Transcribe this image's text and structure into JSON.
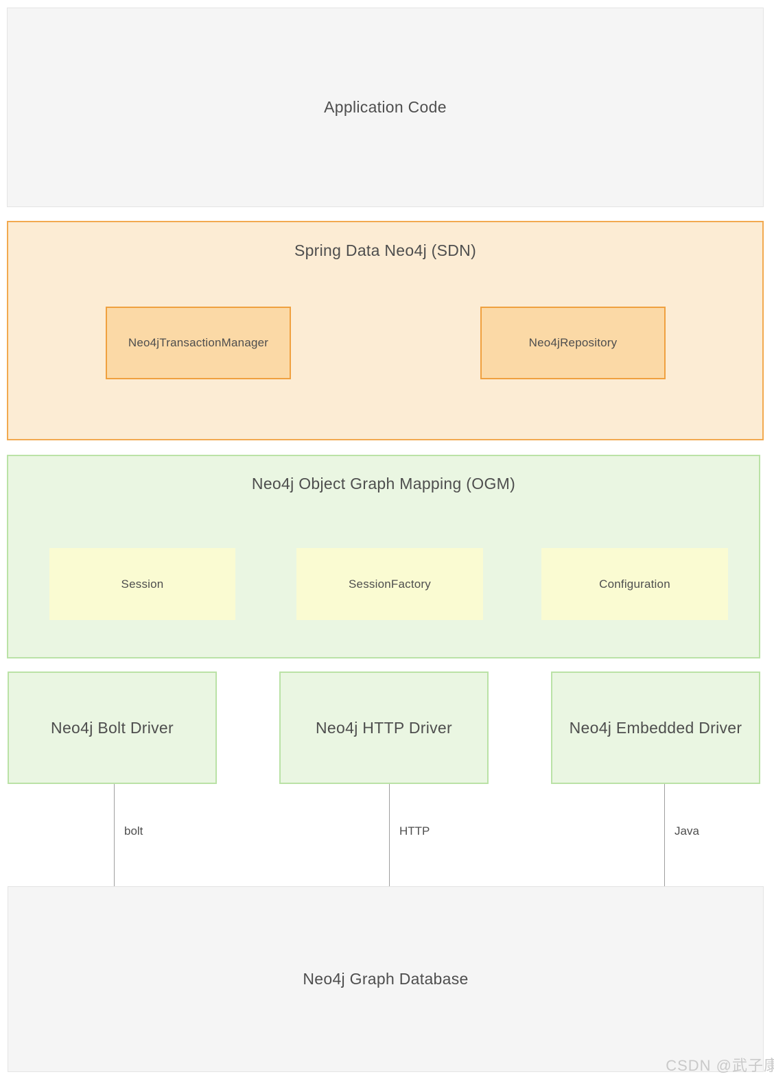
{
  "layers": {
    "application": {
      "label": "Application Code"
    },
    "sdn": {
      "title": "Spring Data Neo4j (SDN)",
      "components": [
        {
          "label": "Neo4jTransactionManager"
        },
        {
          "label": "Neo4jRepository"
        }
      ]
    },
    "ogm": {
      "title": "Neo4j Object Graph Mapping (OGM)",
      "components": [
        {
          "label": "Session"
        },
        {
          "label": "SessionFactory"
        },
        {
          "label": "Configuration"
        }
      ]
    },
    "drivers": [
      {
        "label": "Neo4j Bolt Driver",
        "protocol_label": "bolt"
      },
      {
        "label": "Neo4j HTTP Driver",
        "protocol_label": "HTTP"
      },
      {
        "label": "Neo4j Embedded Driver",
        "protocol_label": "Java"
      }
    ],
    "database": {
      "label": "Neo4j Graph Database"
    }
  },
  "watermark": {
    "text": "CSDN @武子康"
  },
  "colors": {
    "neutral_fill": "#f5f5f5",
    "neutral_border": "#e4e4e4",
    "orange_fill": "#fcecd4",
    "orange_border": "#f2a94f",
    "orange_item_fill": "#fbd9a6",
    "orange_item_border": "#efa03f",
    "green_fill": "#eaf6e2",
    "green_border": "#bae2a6",
    "yellow_fill": "#fafbd2",
    "text": "#4e4e4e",
    "line": "#9e9e9e",
    "watermark": "#c9c9c9"
  }
}
